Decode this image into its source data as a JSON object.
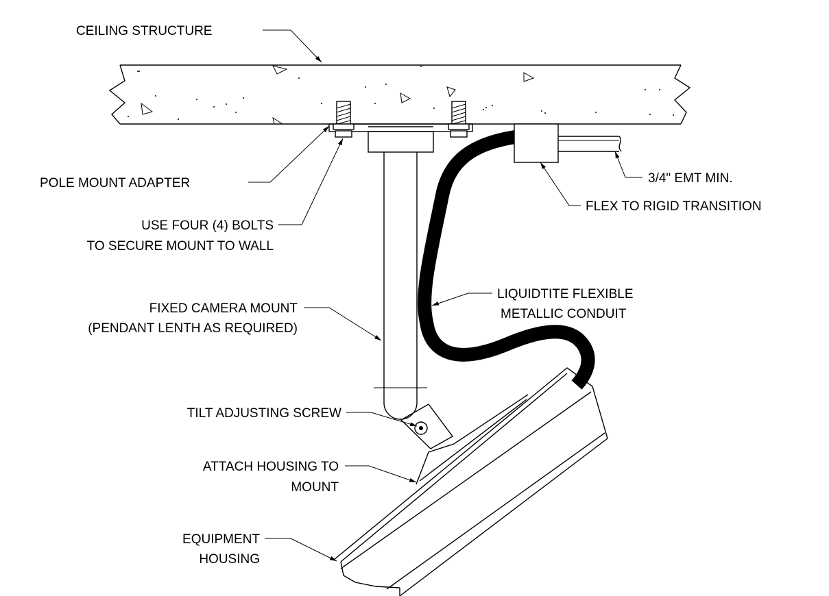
{
  "labels": {
    "ceiling_structure": "CEILING STRUCTURE",
    "pole_mount_adapter": "POLE MOUNT ADAPTER",
    "four_bolts_line1": "USE FOUR (4) BOLTS",
    "four_bolts_line2": "TO SECURE MOUNT TO WALL",
    "fixed_camera_mount_line1": "FIXED CAMERA MOUNT",
    "fixed_camera_mount_line2": "(PENDANT LENTH AS REQUIRED)",
    "tilt_adjusting_screw": "TILT ADJUSTING SCREW",
    "attach_housing_line1": "ATTACH HOUSING TO",
    "attach_housing_line2": "MOUNT",
    "equipment_housing_line1": "EQUIPMENT",
    "equipment_housing_line2": "HOUSING",
    "emt": "3/4\" EMT MIN.",
    "flex_to_rigid": "FLEX TO RIGID TRANSITION",
    "liquidtite_line1": "LIQUIDTITE FLEXIBLE",
    "liquidtite_line2": "METALLIC CONDUIT"
  }
}
